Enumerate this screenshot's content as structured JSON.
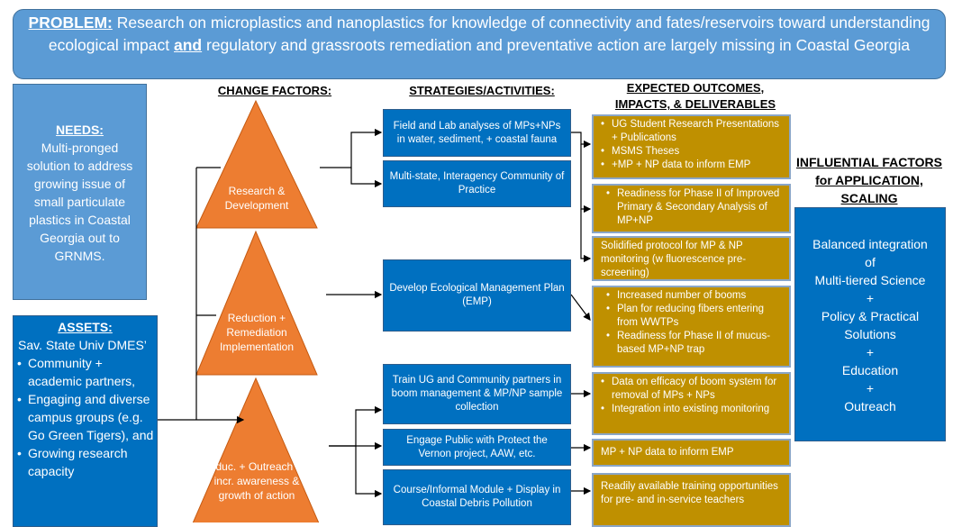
{
  "problem": {
    "label": "PROBLEM:",
    "text_a": "Research on microplastics and nanoplastics for knowledge of connectivity and fates/reservoirs toward understanding ecological impact",
    "and": "and",
    "text_b": "regulatory and grassroots remediation and preventative action are largely missing in Coastal Georgia"
  },
  "needs": {
    "title": "NEEDS:",
    "text": "Multi-pronged solution to address growing issue of small particulate plastics in Coastal Georgia out to GRNMS."
  },
  "assets": {
    "title": "ASSETS:",
    "intro": "Sav. State Univ DMES’",
    "items": [
      "Community + academic partners,",
      "Engaging and diverse campus groups (e.g. Go Green Tigers), and",
      "Growing research capacity"
    ]
  },
  "headers": {
    "change": "CHANGE FACTORS:",
    "strategies": "STRATEGIES/ACTIVITIES:",
    "outcomes": "EXPECTED OUTCOMES, IMPACTS, & DELIVERABLES",
    "influential": "INFLUENTIAL FACTORS for APPLICATION, SCALING"
  },
  "change_factors": [
    "Research & Development",
    "Reduction + Remediation Implementation",
    "Educ. + Outreach to incr. awareness & growth of action"
  ],
  "strategies": [
    "Field and Lab analyses of MPs+NPs in water, sediment, + coastal fauna",
    "Multi-state, Interagency Community of Practice",
    "Develop Ecological Management Plan (EMP)",
    "Train UG and Community partners in boom management & MP/NP sample collection",
    "Engage Public with Protect the Vernon project, AAW, etc.",
    "Course/Informal Module + Display in Coastal Debris Pollution"
  ],
  "outcomes": [
    {
      "bullets": [
        "UG Student Research Presentations + Publications",
        "MSMS Theses",
        "+MP + NP data to inform EMP"
      ]
    },
    {
      "bullets": [
        "Readiness for Phase II of Improved Primary & Secondary Analysis of MP+NP"
      ]
    },
    {
      "text": "Solidified protocol for MP & NP monitoring (w fluorescence pre-screening)"
    },
    {
      "bullets": [
        "Increased number of booms",
        "Plan for reducing fibers entering from WWTPs",
        "Readiness for Phase II of mucus-based MP+NP trap"
      ]
    },
    {
      "bullets": [
        "Data on efficacy of boom system for removal of MPs + NPs",
        "Integration into existing monitoring"
      ]
    },
    {
      "text": "MP + NP data to inform EMP"
    },
    {
      "text": "Readily available training opportunities for pre- and in-service teachers"
    }
  ],
  "influential": {
    "lines": [
      "Balanced integration",
      "of",
      "Multi-tiered Science",
      "+",
      "Policy & Practical Solutions",
      "+",
      "Education",
      "+",
      "Outreach"
    ]
  },
  "colors": {
    "orange": "#ed7d31",
    "blue": "#0070c0",
    "light_blue": "#5b9bd5",
    "gold": "#bf9000"
  }
}
